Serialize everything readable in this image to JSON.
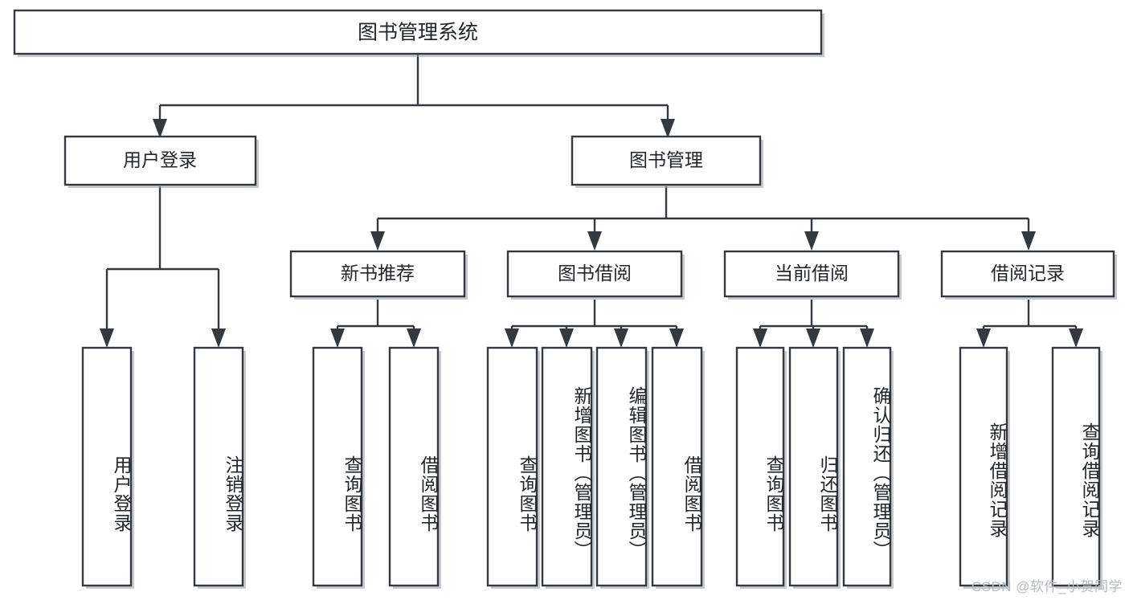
{
  "diagram": {
    "type": "hierarchy-tree",
    "title": "图书管理系统",
    "watermark": "CSDN @软件_小贺同学",
    "levels": [
      {
        "level": 1,
        "nodes": [
          {
            "id": "root",
            "label": "图书管理系统",
            "orientation": "horizontal"
          }
        ]
      },
      {
        "level": 2,
        "nodes": [
          {
            "id": "user-login",
            "label": "用户登录",
            "orientation": "horizontal",
            "parent": "root"
          },
          {
            "id": "book-manage",
            "label": "图书管理",
            "orientation": "horizontal",
            "parent": "root"
          }
        ]
      },
      {
        "level": 3,
        "nodes": [
          {
            "id": "new-book-rec",
            "label": "新书推荐",
            "orientation": "horizontal",
            "parent": "book-manage"
          },
          {
            "id": "book-borrow",
            "label": "图书借阅",
            "orientation": "horizontal",
            "parent": "book-manage"
          },
          {
            "id": "current-borrow",
            "label": "当前借阅",
            "orientation": "horizontal",
            "parent": "book-manage"
          },
          {
            "id": "borrow-record",
            "label": "借阅记录",
            "orientation": "horizontal",
            "parent": "book-manage"
          }
        ]
      },
      {
        "level": 4,
        "nodes": [
          {
            "id": "leaf-user-login",
            "label": "用户登录",
            "orientation": "vertical",
            "parent": "user-login"
          },
          {
            "id": "leaf-user-logout",
            "label": "注销登录",
            "orientation": "vertical",
            "parent": "user-login"
          },
          {
            "id": "leaf-query-book-1",
            "label": "查询图书",
            "orientation": "vertical",
            "parent": "new-book-rec"
          },
          {
            "id": "leaf-borrow-book-1",
            "label": "借阅图书",
            "orientation": "vertical",
            "parent": "new-book-rec"
          },
          {
            "id": "leaf-query-book-2",
            "label": "查询图书",
            "orientation": "vertical",
            "parent": "book-borrow"
          },
          {
            "id": "leaf-add-book",
            "label": "新增图书（管理员）",
            "orientation": "vertical",
            "parent": "book-borrow"
          },
          {
            "id": "leaf-edit-book",
            "label": "编辑图书（管理员）",
            "orientation": "vertical",
            "parent": "book-borrow"
          },
          {
            "id": "leaf-borrow-book-2",
            "label": "借阅图书",
            "orientation": "vertical",
            "parent": "book-borrow"
          },
          {
            "id": "leaf-query-book-3",
            "label": "查询图书",
            "orientation": "vertical",
            "parent": "current-borrow"
          },
          {
            "id": "leaf-return-book",
            "label": "归还图书",
            "orientation": "vertical",
            "parent": "current-borrow"
          },
          {
            "id": "leaf-confirm-return",
            "label": "确认归还（管理员）",
            "orientation": "vertical",
            "parent": "current-borrow"
          },
          {
            "id": "leaf-add-record",
            "label": "新增借阅记录",
            "orientation": "vertical",
            "parent": "borrow-record"
          },
          {
            "id": "leaf-query-record",
            "label": "查询借阅记录",
            "orientation": "vertical",
            "parent": "borrow-record"
          }
        ]
      }
    ],
    "colors": {
      "stroke": "#33393f",
      "fill": "#ffffff",
      "text": "#22262b",
      "shadow": "#9aa0a6",
      "watermark": "#b6bbc0"
    }
  }
}
